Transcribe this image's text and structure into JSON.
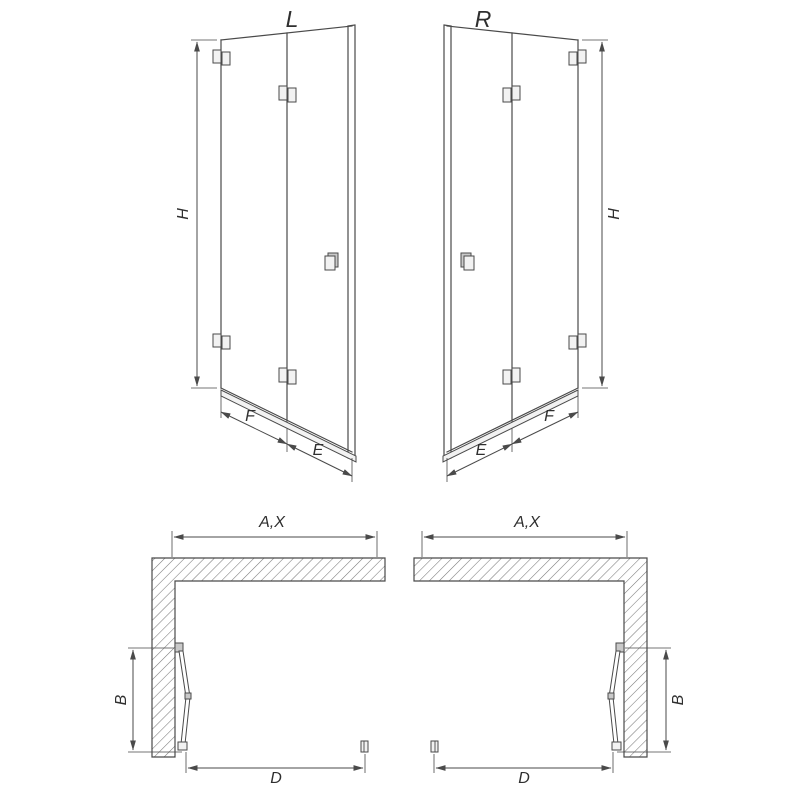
{
  "colors": {
    "line": "#4a4a4a",
    "hatch": "#7a7a7a",
    "text": "#2f2f2f",
    "background": "#ffffff"
  },
  "elevation_left": {
    "label": "L",
    "dims": {
      "height": "H",
      "wall_panel": "F",
      "front_panel": "E"
    }
  },
  "elevation_right": {
    "label": "R",
    "dims": {
      "height": "H",
      "wall_panel": "F",
      "front_panel": "E"
    }
  },
  "plan_left": {
    "dims": {
      "width": "A,X",
      "door_projection": "B",
      "opening": "D"
    }
  },
  "plan_right": {
    "dims": {
      "width": "A,X",
      "door_projection": "B",
      "opening": "D"
    }
  }
}
